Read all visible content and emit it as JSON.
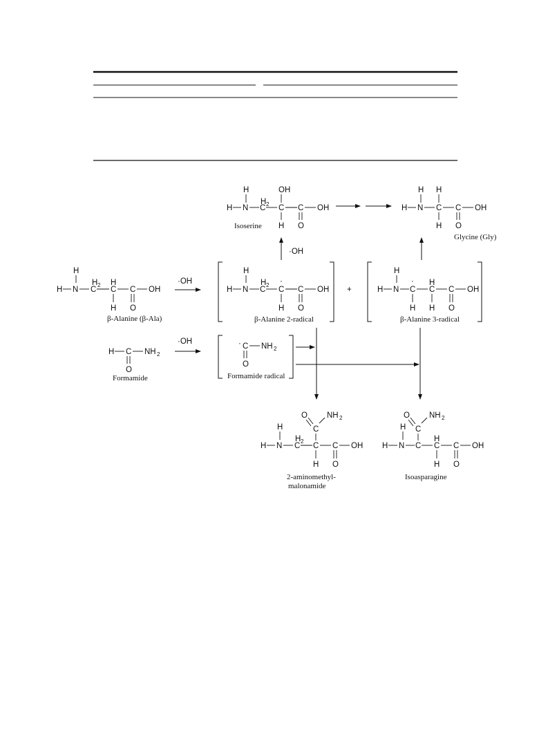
{
  "table_header_rules": "",
  "reagent": "·OH",
  "plus_sign": "+",
  "molecules": {
    "beta_alanine": "β-Alanine (β-Ala)",
    "formamide": "Formamide",
    "isoserine": "Isoserine",
    "glycine": "Glycine (Gly)",
    "beta_alanine_2_radical": "β-Alanine 2-radical",
    "beta_alanine_3_radical": "β-Alanine 3-radical",
    "formamide_radical": "Formamide radical",
    "aminomethyl_malonamide_1": "2-aminomethyl-",
    "aminomethyl_malonamide_2": "malonamide",
    "isoasparagine": "Isoasparagine"
  },
  "atoms": {
    "H": "H",
    "N": "N",
    "C": "C",
    "O": "O",
    "OH": "OH",
    "H2": "H",
    "sub2": "2",
    "NH2": "NH",
    "dot": "·"
  }
}
